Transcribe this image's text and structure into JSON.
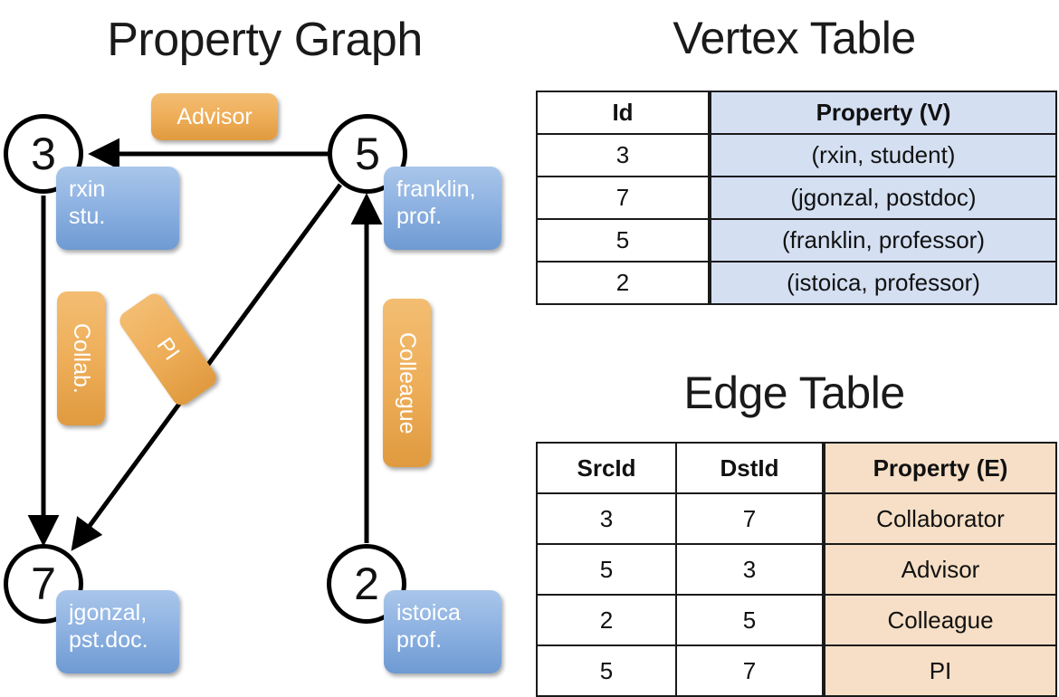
{
  "titles": {
    "graph": "Property Graph",
    "vertex": "Vertex Table",
    "edge": "Edge Table"
  },
  "graph": {
    "nodes": [
      {
        "id": "3",
        "label": "rxin\nstu."
      },
      {
        "id": "5",
        "label": "franklin,\nprof."
      },
      {
        "id": "7",
        "label": "jgonzal,\npst.doc."
      },
      {
        "id": "2",
        "label": "istoica\nprof."
      }
    ],
    "node_ids": {
      "n3": "3",
      "n5": "5",
      "n7": "7",
      "n2": "2"
    },
    "node_labels": {
      "n3_line1": "rxin",
      "n3_line2": "stu.",
      "n5_line1": "franklin,",
      "n5_line2": "prof.",
      "n7_line1": "jgonzal,",
      "n7_line2": "pst.doc.",
      "n2_line1": "istoica",
      "n2_line2": "prof."
    },
    "edge_labels": {
      "advisor": "Advisor",
      "collab": "Collab.",
      "pi": "PI",
      "colleague": "Colleague"
    },
    "edges": [
      {
        "src": "5",
        "dst": "3",
        "label": "Advisor"
      },
      {
        "src": "3",
        "dst": "7",
        "label": "Collab."
      },
      {
        "src": "5",
        "dst": "7",
        "label": "PI"
      },
      {
        "src": "2",
        "dst": "5",
        "label": "Colleague"
      }
    ]
  },
  "vertex_table": {
    "headers": [
      "Id",
      "Property (V)"
    ],
    "rows": [
      {
        "id": "3",
        "property": "(rxin, student)"
      },
      {
        "id": "7",
        "property": "(jgonzal, postdoc)"
      },
      {
        "id": "5",
        "property": "(franklin, professor)"
      },
      {
        "id": "2",
        "property": "(istoica, professor)"
      }
    ]
  },
  "edge_table": {
    "headers": [
      "SrcId",
      "DstId",
      "Property (E)"
    ],
    "rows": [
      {
        "src": "3",
        "dst": "7",
        "property": "Collaborator"
      },
      {
        "src": "5",
        "dst": "3",
        "property": "Advisor"
      },
      {
        "src": "2",
        "dst": "5",
        "property": "Colleague"
      },
      {
        "src": "5",
        "dst": "7",
        "property": "PI"
      }
    ]
  },
  "colors": {
    "vertex_property_fill": "#d4dff2",
    "edge_property_fill": "#f6dfc6",
    "node_box_blue": "#8fb3e2",
    "edge_box_orange": "#eeae59",
    "stroke": "#000000",
    "background": "#ffffff"
  }
}
